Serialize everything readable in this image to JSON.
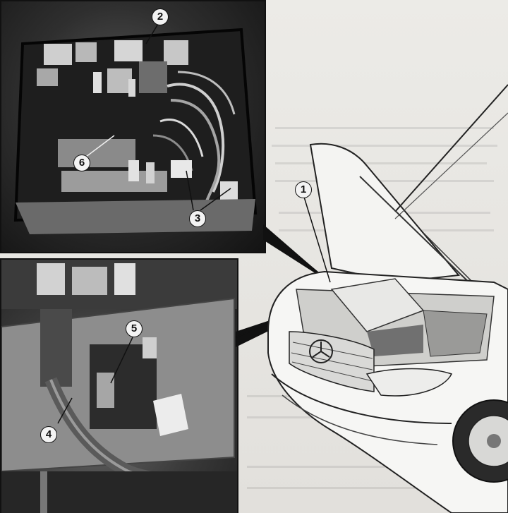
{
  "callouts": {
    "c1": "1",
    "c2": "2",
    "c3": "3",
    "c4": "4",
    "c5": "5",
    "c6": "6"
  },
  "colors": {
    "paper": "#e9e7e3",
    "photo_dark": "#1b1b1b",
    "line": "#111111"
  }
}
